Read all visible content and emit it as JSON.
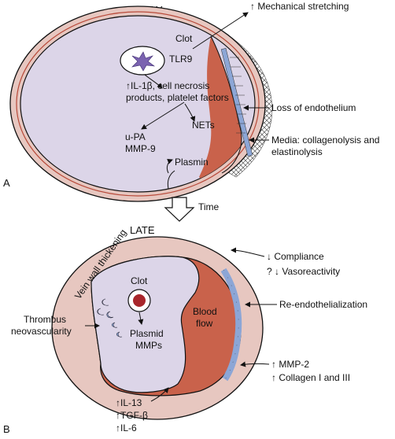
{
  "panels": [
    {
      "letter": "A",
      "stage": "EARLY"
    },
    {
      "letter": "B",
      "stage": "LATE"
    }
  ],
  "early": {
    "clot": "Clot",
    "tlr9": "TLR9",
    "cytokines_line1": "↑IL-1β, cell necrosis",
    "cytokines_line2": "products, platelet factors",
    "nets": "NETs",
    "upa": "u-PA",
    "mmp9": "MMP-9",
    "plasmin": "Plasmin",
    "mechanical": "↑ Mechanical stretching",
    "endothelium_loss": "Loss of endothelium",
    "media_line1": "Media: collagenolysis and",
    "media_line2": "elastinolysis"
  },
  "transition": {
    "label": "Time"
  },
  "late": {
    "wall": "Vein wall thickening",
    "clot": "Clot",
    "plasmid_line1": "Plasmid",
    "plasmid_line2": "MMPs",
    "blood_line1": "Blood",
    "blood_line2": "flow",
    "thrombus_line1": "Thrombus",
    "thrombus_line2": "neovascularity",
    "compliance": "↓ Compliance",
    "vasoreactivity": "? ↓ Vasoreactivity",
    "reendo": "Re-endothelialization",
    "mmp2": "↑ MMP-2",
    "collagen": "↑ Collagen I and III",
    "il13": "↑IL-13",
    "tgfb": "↑TGF-β",
    "il6": "↑IL-6"
  },
  "colors": {
    "vessel_wall": "#e7c7c0",
    "clot_fill": "#dcd5e8",
    "blood": "#c9624b",
    "endothelium": "#8ca6d6",
    "tlr9": "#7b63b0",
    "clot_core": "#a8262b"
  }
}
